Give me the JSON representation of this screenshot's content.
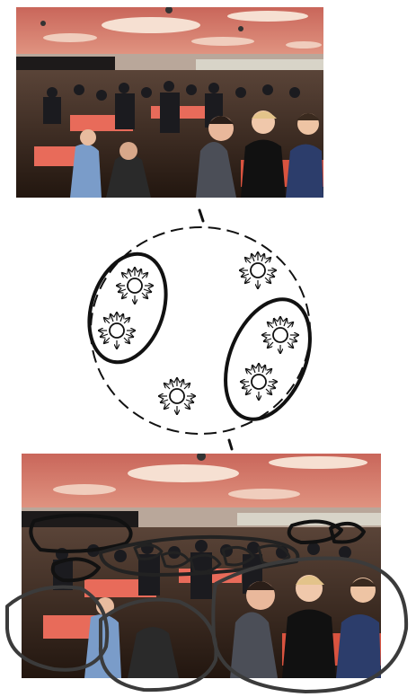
{
  "figure": {
    "top_photo_icon": "restaurant-crowd-photo",
    "diagram_icon": "radiating-circles-sketch",
    "bottom_photo_icon": "annotated-restaurant-photo",
    "colors": {
      "ceiling": "#d9776a",
      "ceiling_light": "#f4d8c8",
      "floor": "#2e1f1a",
      "tablecloth": "#e86b5a",
      "ink": "#111111",
      "annotation": "#3b3b3b"
    }
  }
}
